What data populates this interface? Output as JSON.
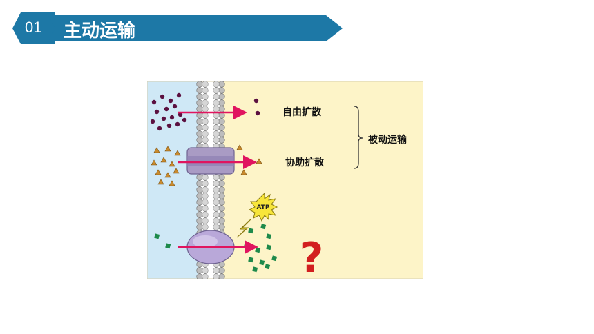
{
  "header": {
    "number": "01",
    "title": "主动运输"
  },
  "figure": {
    "labels": {
      "simple_diffusion": "自由扩散",
      "facilitated_diffusion": "协助扩散",
      "passive_transport": "被动运输",
      "atp": "ATP",
      "question": "?"
    }
  },
  "colors": {
    "banner": "#1d78a6",
    "outside_bg": "#cfe8f6",
    "inside_bg": "#fdf4c8",
    "arrow": "#e0155f",
    "dots_purple": "#5b1040",
    "triangles": "#c98a2d",
    "squares": "#1e8a4b",
    "question": "#d21f1f"
  }
}
